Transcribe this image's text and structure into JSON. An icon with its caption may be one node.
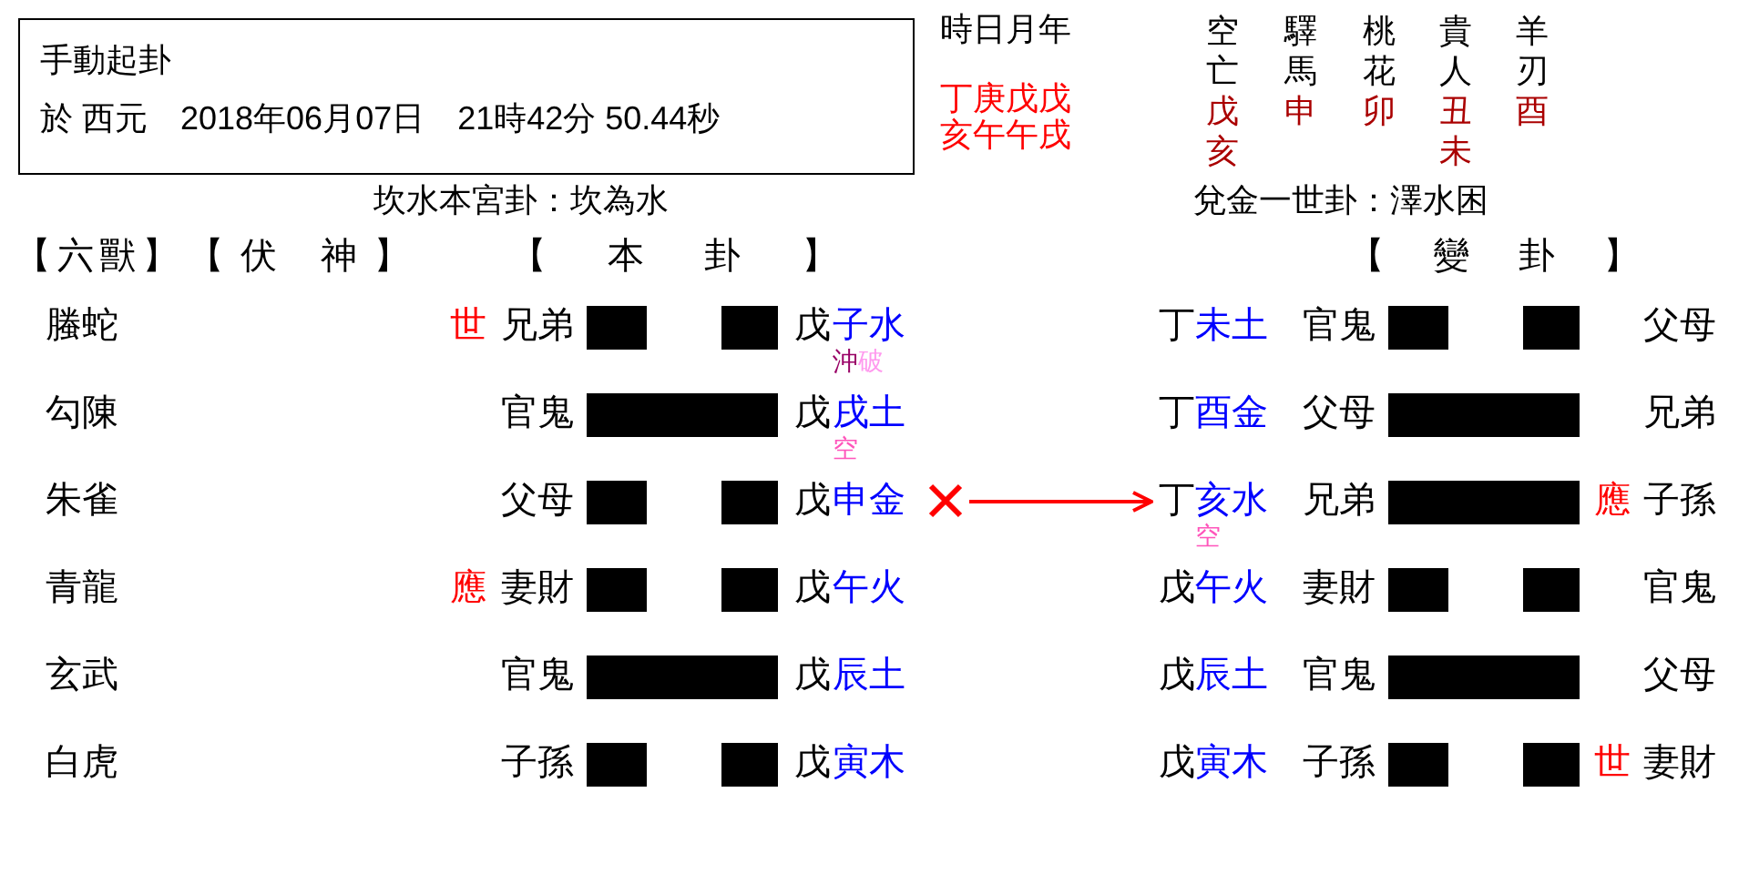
{
  "diagram": {
    "nodes": [
      {
        "text": [
          "手動起卦",
          "於 西元　2018年06月07日　21時42分 50.44秒"
        ]
      },
      {
        "text": [],
        "shape": "cross"
      },
      {
        "text": [
          "丁",
          "亥水"
        ],
        "beside": [
          "空"
        ]
      }
    ],
    "edges": [
      {
        "from": 1,
        "to": 2,
        "arrow": "to"
      }
    ],
    "labels": [
      "時日月年",
      "空亡",
      "驛馬",
      "桃花",
      "貴人",
      "羊刃",
      "丁庚戊戊",
      "亥午午戌",
      "戊亥",
      "申",
      "卯",
      "丑未",
      "酉",
      "坎水本宮卦：坎為水",
      "兌金一世卦：澤水困",
      "【六獸】",
      "【伏 神】",
      "【 本 卦 】",
      "【 變 卦 】",
      "螣蛇",
      "世",
      "兄弟",
      "戊",
      "子水",
      "沖",
      "破",
      "丁",
      "未土",
      "官鬼",
      "父母",
      "勾陳",
      "官鬼",
      "戊",
      "戌土",
      "空",
      "丁",
      "酉金",
      "父母",
      "兄弟",
      "朱雀",
      "父母",
      "戊",
      "申金",
      "兄弟",
      "應",
      "子孫",
      "青龍",
      "應",
      "妻財",
      "戊",
      "午火",
      "戊",
      "午火",
      "妻財",
      "官鬼",
      "玄武",
      "官鬼",
      "戊",
      "辰土",
      "戊",
      "辰土",
      "官鬼",
      "父母",
      "白虎",
      "子孫",
      "戊",
      "寅木",
      "戊",
      "寅木",
      "子孫",
      "世",
      "妻財"
    ]
  }
}
